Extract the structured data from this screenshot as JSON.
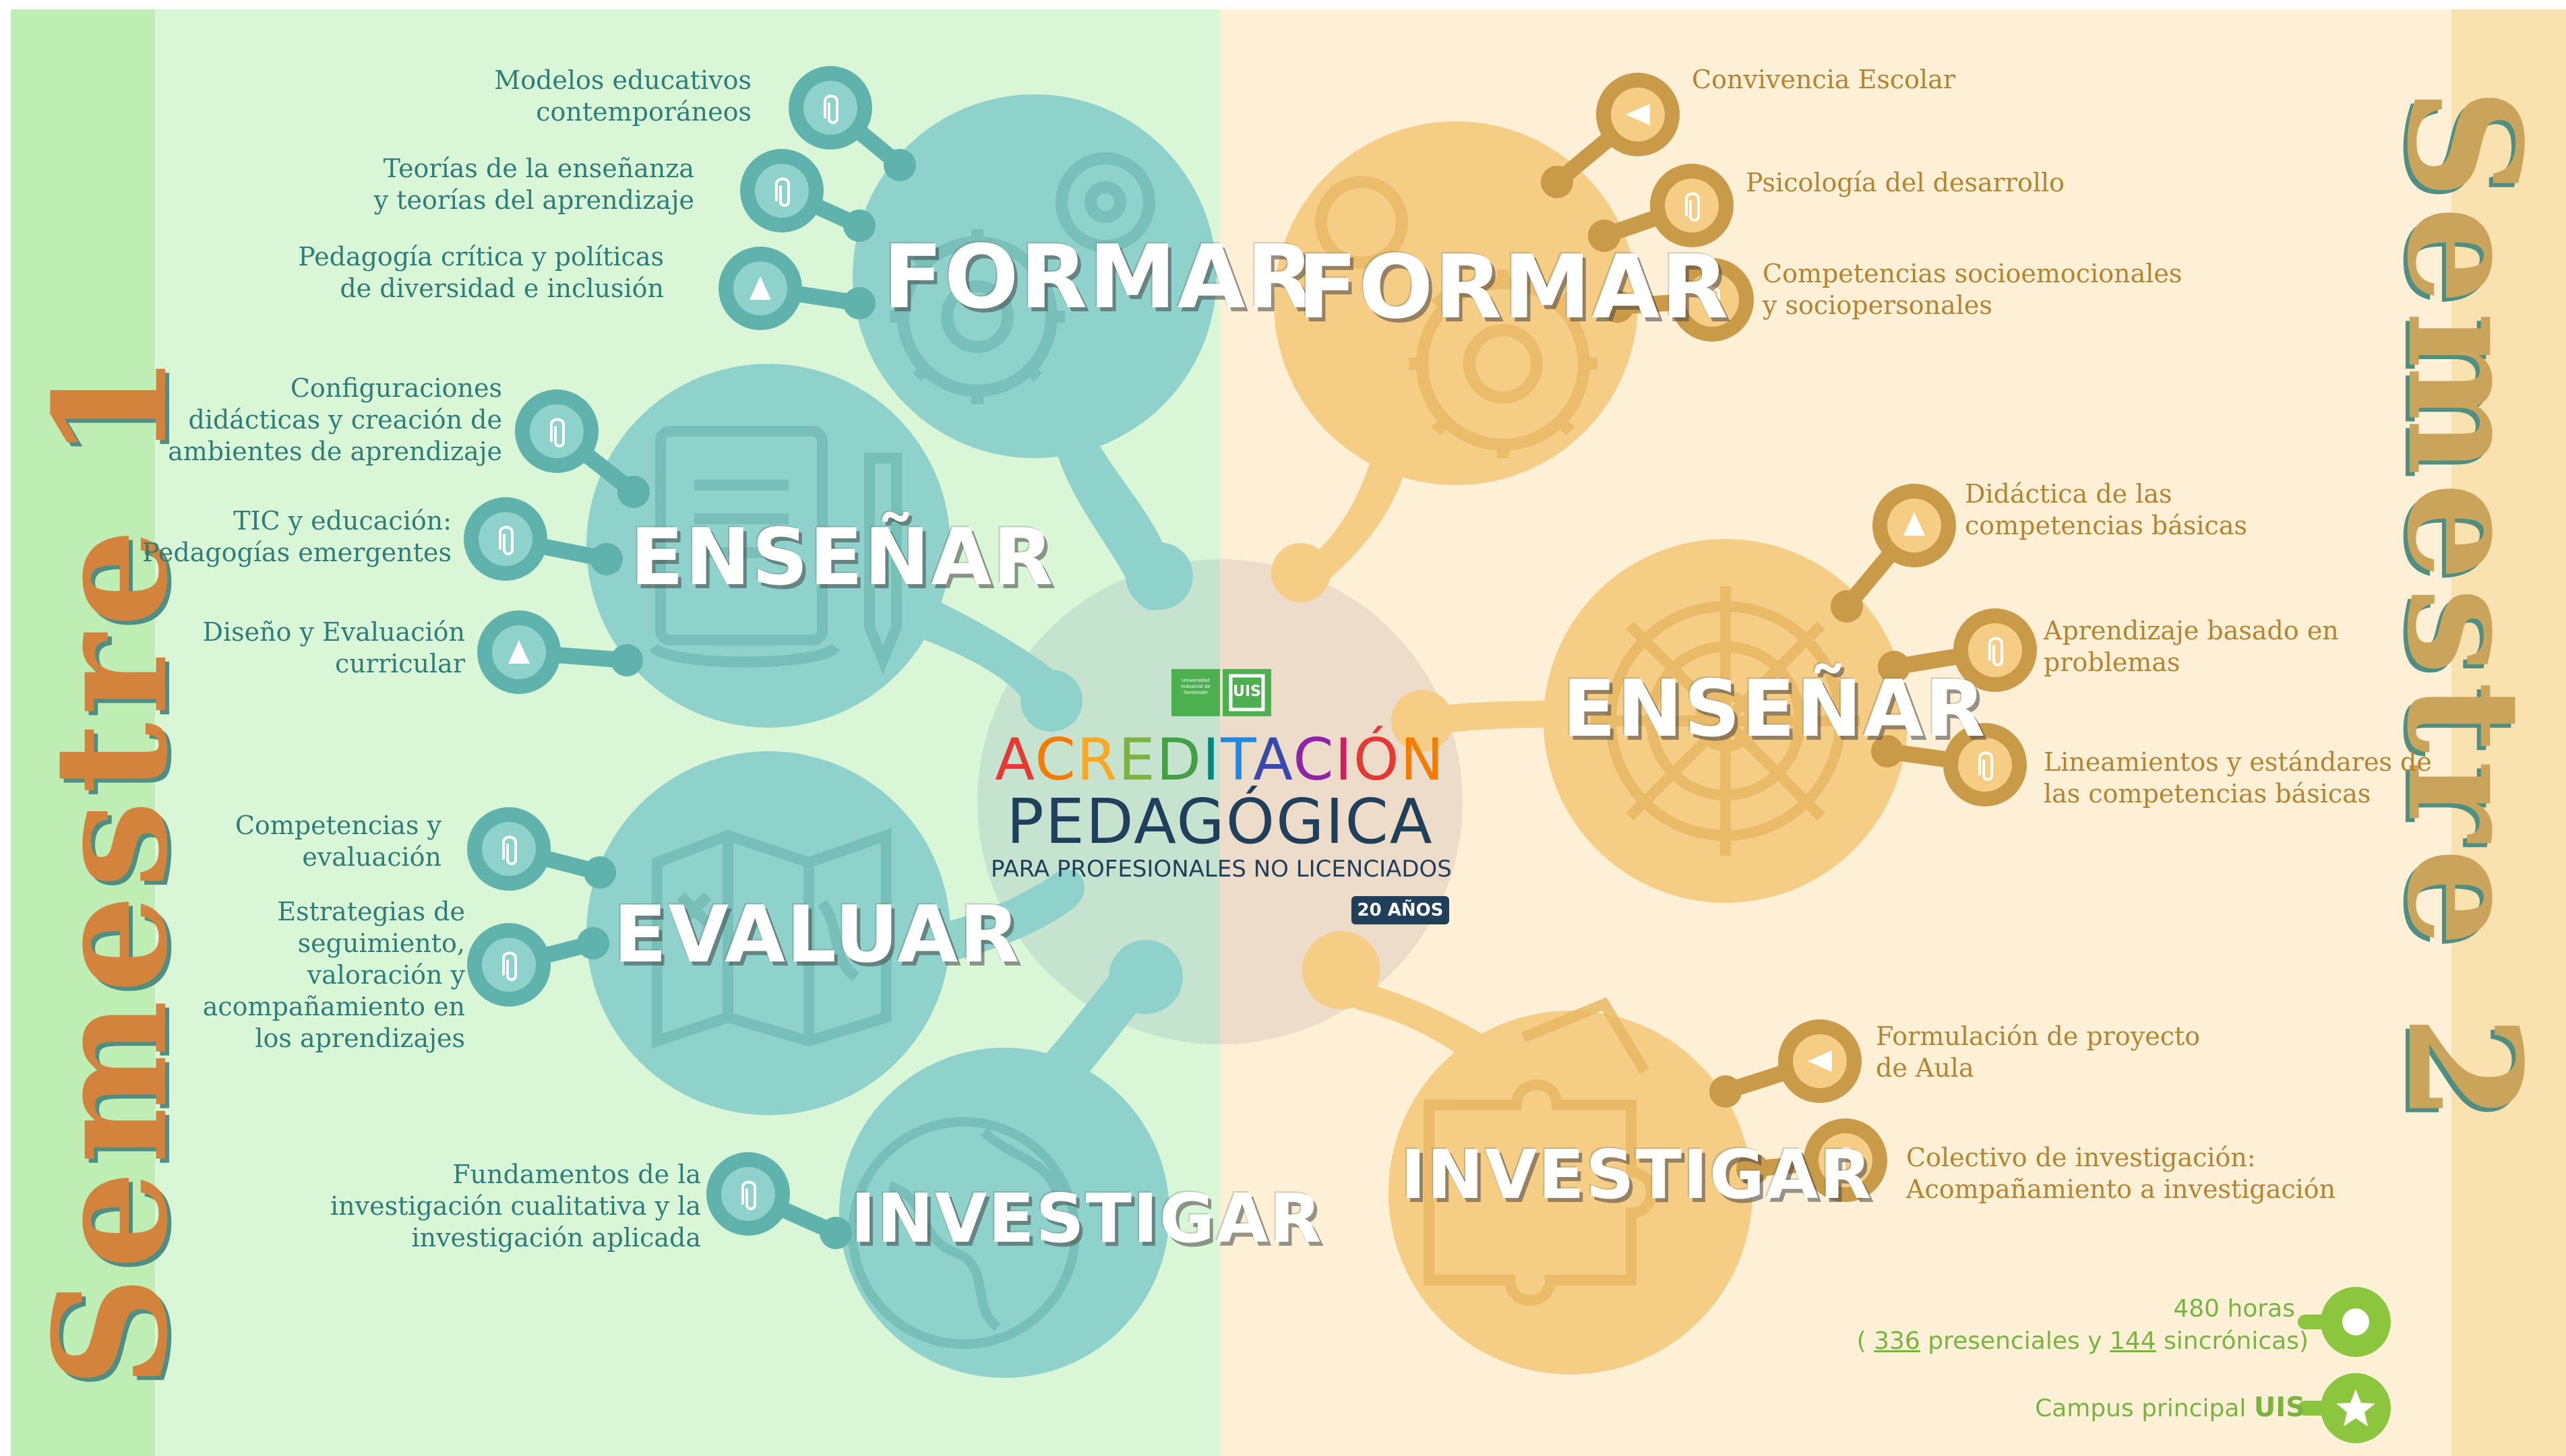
{
  "semesters": {
    "left": "Semestre 1",
    "right": "Semestre 2"
  },
  "center": {
    "logo_text": "Universidad Industrial de Santander",
    "logo_mark": "UIS",
    "title_line1": "ACREDITACIÓN",
    "title_line2": "PEDAGÓGICA",
    "subtitle": "PARA PROFESIONALES NO LICENCIADOS",
    "badge": "20 AÑOS"
  },
  "left": {
    "formar": {
      "title": "FORMAR",
      "items": [
        "Modelos educativos\ncontemporáneos",
        "Teorías de la enseñanza\ny teorías del aprendizaje",
        "Pedagogía crítica y políticas\nde diversidad e inclusión"
      ]
    },
    "ensenar": {
      "title": "ENSEÑAR",
      "items": [
        "Configuraciones\ndidácticas y creación de\nambientes de aprendizaje",
        "TIC y educación:\nPedagogías emergentes",
        "Diseño y Evaluación\ncurricular"
      ]
    },
    "evaluar": {
      "title": "EVALUAR",
      "items": [
        "Competencias y\nevaluación",
        "Estrategias de\nseguimiento,\nvaloración y\nacompañamiento en\nlos aprendizajes"
      ]
    },
    "investigar": {
      "title": "INVESTIGAR",
      "items": [
        "Fundamentos de la\ninvestigación cualitativa y la\ninvestigación aplicada"
      ]
    }
  },
  "right": {
    "formar": {
      "title": "FORMAR",
      "items": [
        "Convivencia Escolar",
        "Psicología del desarrollo",
        "Competencias socioemocionales\ny sociopersonales"
      ]
    },
    "ensenar": {
      "title": "ENSEÑAR",
      "items": [
        "Didáctica de las\ncompetencias básicas",
        "Aprendizaje basado en\nproblemas",
        "Lineamientos y estándares de\nlas competencias básicas"
      ]
    },
    "investigar": {
      "title": "INVESTIGAR",
      "items": [
        "Formulación de proyecto\nde Aula",
        "Colectivo de investigación:\nAcompañamiento a investigación"
      ]
    }
  },
  "footer": {
    "hours": "480 horas",
    "paren_open": "(",
    "presenciales_num": "336",
    "presenciales_text": " presenciales y ",
    "sincronicas_num": "144",
    "sincronicas_text": " sincrónicas)",
    "campus": "Campus principal",
    "campus_brand": "UIS"
  },
  "colors": {
    "left_bg": "#d9f7d6",
    "left_strip": "#bfeeb4",
    "right_bg": "#fdf0d6",
    "right_strip": "#fae2b0",
    "teal": "#8fd1cb",
    "teal_dark": "#5fb3ac",
    "gold": "#f5cd85",
    "gold_dark": "#c99a47",
    "footer_green": "#8cc63f"
  },
  "icons": {
    "node_clip": "paperclip-icon",
    "node_play": "play-icon",
    "formar_bg": "gear-icon",
    "ensenar_left_bg": "book-pencil-icon",
    "evaluar_bg": "map-icon",
    "investigar_left_bg": "globe-icon",
    "ensenar_right_bg": "ship-wheel-icon",
    "investigar_right_bg": "puzzle-icon",
    "footer_clock": "circle-icon",
    "footer_star": "star-icon"
  }
}
